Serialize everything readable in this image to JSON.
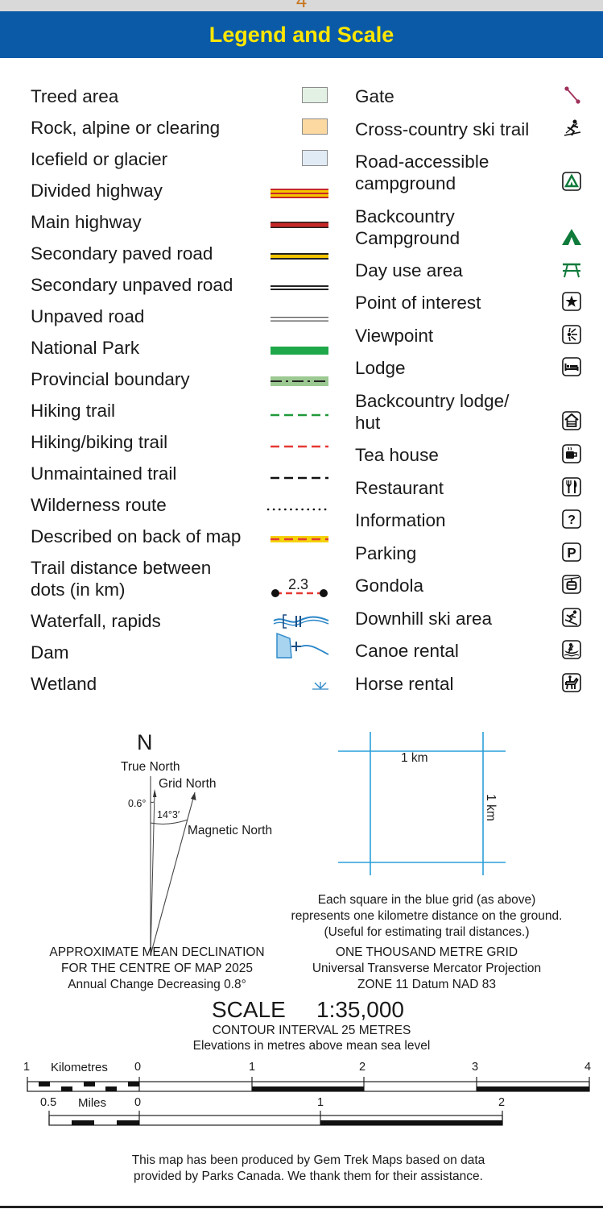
{
  "page_number": "4",
  "title": "Legend and Scale",
  "legend_left": [
    {
      "label": "Treed area",
      "icon": "treed-area-swatch"
    },
    {
      "label": "Rock, alpine or clearing",
      "icon": "rock-alpine-swatch"
    },
    {
      "label": "Icefield or glacier",
      "icon": "icefield-swatch"
    },
    {
      "label": "Divided highway",
      "icon": "divided-highway-line"
    },
    {
      "label": "Main highway",
      "icon": "main-highway-line"
    },
    {
      "label": "Secondary paved road",
      "icon": "secondary-paved-road-line"
    },
    {
      "label": "Secondary unpaved road",
      "icon": "secondary-unpaved-road-line"
    },
    {
      "label": "Unpaved road",
      "icon": "unpaved-road-line"
    },
    {
      "label": "National Park",
      "icon": "national-park-line"
    },
    {
      "label": "Provincial boundary",
      "icon": "provincial-boundary-line"
    },
    {
      "label": "Hiking trail",
      "icon": "hiking-trail-line"
    },
    {
      "label": "Hiking/biking trail",
      "icon": "hiking-biking-trail-line"
    },
    {
      "label": "Unmaintained trail",
      "icon": "unmaintained-trail-line"
    },
    {
      "label": "Wilderness route",
      "icon": "wilderness-route-line"
    },
    {
      "label": "Described on back of map",
      "icon": "described-trail-line"
    },
    {
      "label1": "Trail distance between",
      "label2": "dots (in km)",
      "icon": "trail-distance-symbol",
      "value": "2.3"
    },
    {
      "label": "Waterfall, rapids",
      "icon": "waterfall-rapids-icon"
    },
    {
      "label": "Dam",
      "icon": "dam-icon"
    },
    {
      "label": "Wetland",
      "icon": "wetland-icon"
    }
  ],
  "legend_right": [
    {
      "label": "Gate",
      "icon": "gate-icon"
    },
    {
      "label": "Cross-country ski trail",
      "icon": "cross-country-ski-icon"
    },
    {
      "label1": "Road-accessible",
      "label2": "campground",
      "icon": "road-campground-icon"
    },
    {
      "label1": "Backcountry",
      "label2": "Campground",
      "icon": "backcountry-campground-icon"
    },
    {
      "label": "Day use area",
      "icon": "picnic-table-icon"
    },
    {
      "label": "Point of interest",
      "icon": "star-icon"
    },
    {
      "label": "Viewpoint",
      "icon": "viewpoint-icon"
    },
    {
      "label": "Lodge",
      "icon": "bed-icon"
    },
    {
      "label1": "Backcountry lodge/",
      "label2": "hut",
      "icon": "hut-icon"
    },
    {
      "label": "Tea house",
      "icon": "cup-icon"
    },
    {
      "label": "Restaurant",
      "icon": "fork-knife-icon"
    },
    {
      "label": "Information",
      "icon": "information-icon"
    },
    {
      "label": "Parking",
      "icon": "parking-icon"
    },
    {
      "label": "Gondola",
      "icon": "gondola-icon"
    },
    {
      "label": "Downhill ski area",
      "icon": "downhill-ski-icon"
    },
    {
      "label": "Canoe rental",
      "icon": "canoe-icon"
    },
    {
      "label": "Horse rental",
      "icon": "horse-icon"
    }
  ],
  "colors": {
    "banner": "#0a5aa8",
    "title": "#ffe600",
    "treed": "#e3f1e4",
    "rock": "#fcd9a0",
    "icefield": "#e1ebf5",
    "highway_red": "#c62828",
    "highway_yellow": "#f5c400",
    "park_green": "#1fa84a",
    "trail_green": "#1f9a3a",
    "trail_red": "#e53935",
    "grid_blue": "#2a9fd8",
    "water_blue": "#2a86c8",
    "campground_green": "#0f7a3a"
  },
  "declination": {
    "n_label": "N",
    "true_north": "True North",
    "grid_north": "Grid North",
    "grid_angle": "0.6°",
    "magnetic_angle_deg": "14°",
    "magnetic_angle_min": "3′",
    "magnetic_north": "Magnetic North",
    "caption1": "APPROXIMATE MEAN DECLINATION",
    "caption2": "FOR THE CENTRE OF MAP  2025",
    "caption3": "Annual Change Decreasing  0.8°"
  },
  "grid": {
    "horizontal_label": "1 km",
    "vertical_label": "1 km",
    "desc1": "Each square in the blue grid (as above)",
    "desc2": "represents one kilometre distance on the ground.",
    "desc3": "(Useful for estimating trail distances.)",
    "caption1": "ONE THOUSAND METRE GRID",
    "caption2": "Universal Transverse Mercator Projection",
    "caption3": "ZONE 11 Datum NAD 83"
  },
  "scale": {
    "word": "SCALE",
    "ratio": "1:35,000",
    "contour": "CONTOUR INTERVAL 25 METRES",
    "elevations": "Elevations in metres above mean sea level",
    "km_label": "Kilometres",
    "km_ticks": [
      "1",
      "0",
      "1",
      "2",
      "3",
      "4"
    ],
    "miles_label": "Miles",
    "mile_ticks": [
      "0.5",
      "0",
      "1",
      "2"
    ]
  },
  "credit1": "This map has been produced by Gem Trek Maps based on data",
  "credit2": "provided by Parks Canada. We thank them for their assistance."
}
